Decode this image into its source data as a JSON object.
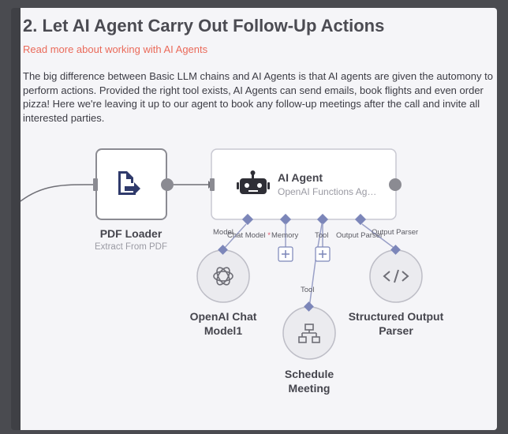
{
  "note": {
    "title": "2. Let AI Agent Carry Out Follow-Up Actions",
    "link_text": "Read more about working with AI Agents",
    "description": "The big difference between Basic LLM chains and AI Agents is that AI agents are given the automony to perform actions. Provided the right tool exists, AI Agents can send emails, book flights and even order pizza! Here we're leaving it up to our agent to book any follow-up meetings after the call and invite all interested parties."
  },
  "nodes": {
    "pdf_loader": {
      "name": "PDF Loader",
      "subtitle": "Extract From PDF",
      "icon": "file-export-icon"
    },
    "ai_agent": {
      "name": "AI Agent",
      "subtitle": "OpenAI Functions Agent",
      "icon": "robot-icon",
      "ports": {
        "chat_model": "Chat Model",
        "chat_model_required": "*",
        "memory": "Memory",
        "tool": "Tool",
        "output_parser": "Output Parser"
      }
    },
    "openai_chat": {
      "name": "OpenAI Chat Model1",
      "port_label": "Model",
      "icon": "openai-icon"
    },
    "schedule_meeting": {
      "name": "Schedule Meeting",
      "port_label": "Tool",
      "icon": "network-icon"
    },
    "output_parser": {
      "name": "Structured Output Parser",
      "port_label": "Output Parser",
      "icon": "code-icon"
    }
  },
  "colors": {
    "accent_port": "#7c86b9",
    "connection": "#6f6f76",
    "link": "#ea6a5a",
    "node_border": "#8b8b92",
    "agent_border": "#c9c9d2"
  }
}
